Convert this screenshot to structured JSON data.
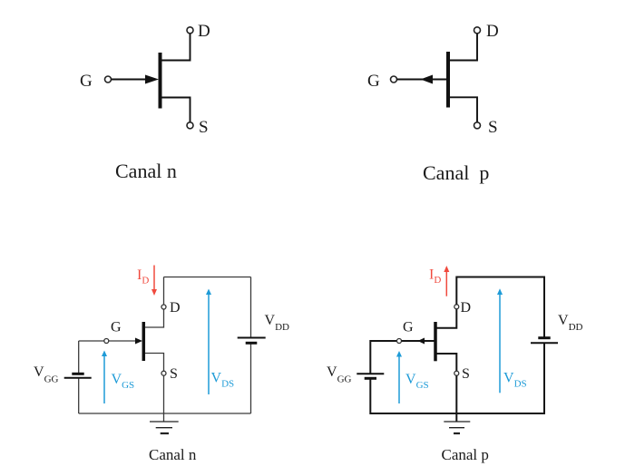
{
  "diagram": {
    "colors": {
      "ink": "#1a1a1a",
      "current": "#f04a3e",
      "voltage": "#1e9bd7"
    },
    "symbols": {
      "n": {
        "gate": "G",
        "drain": "D",
        "source": "S",
        "gate_arrow": "inward",
        "caption": "Canal n"
      },
      "p": {
        "gate": "G",
        "drain": "D",
        "source": "S",
        "gate_arrow": "outward",
        "caption": "Canal  p"
      }
    },
    "circuits": {
      "n": {
        "gate": "G",
        "drain": "D",
        "source": "S",
        "drain_current": {
          "symbol": "I",
          "sub": "D",
          "direction": "down"
        },
        "vgs": {
          "symbol": "V",
          "sub": "GS"
        },
        "vds": {
          "symbol": "V",
          "sub": "DS"
        },
        "vgg": {
          "symbol": "V",
          "sub": "GG"
        },
        "vdd": {
          "symbol": "V",
          "sub": "DD"
        },
        "caption": "Canal n"
      },
      "p": {
        "gate": "G",
        "drain": "D",
        "source": "S",
        "drain_current": {
          "symbol": "I",
          "sub": "D",
          "direction": "up"
        },
        "vgs": {
          "symbol": "V",
          "sub": "GS"
        },
        "vds": {
          "symbol": "V",
          "sub": "DS"
        },
        "vgg": {
          "symbol": "V",
          "sub": "GG"
        },
        "vdd": {
          "symbol": "V",
          "sub": "DD"
        },
        "caption": "Canal p"
      }
    }
  }
}
